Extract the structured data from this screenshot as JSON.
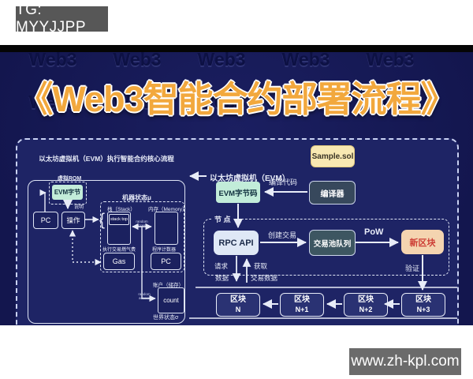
{
  "header": {
    "tg_badge": "TG: MYYJJPP"
  },
  "watermark": {
    "text": "Web3"
  },
  "title": "《Web3智能合约部署流程》",
  "footer": {
    "site": "www.zh-kpl.com"
  },
  "colors": {
    "page_navy": "#13164e",
    "title_gold": "#f2a83d",
    "mint_box": "#c2ecd9",
    "cream_box": "#f8e8b2",
    "slate_box": "#37485c",
    "light_box": "#dfe8f6",
    "peach_box": "#f4d4b0",
    "new_block_text": "#cc3b33",
    "badge_gray": "#6b6b6b"
  },
  "evm_panel": {
    "heading": "以太坊虚拟机（EVM）执行智能合约核心流程",
    "rom_label": "虚拟ROM",
    "evm_bytes": "EVM字节",
    "pc": "PC",
    "op": "操作",
    "note": "说明",
    "brace": "{",
    "machine_state": "机器状态μ",
    "stack_label": "栈（Stack）",
    "stack_top": "stack top",
    "memory_label": "内存（Memory）",
    "random_access_1": "random access",
    "random_access_2": "random access",
    "gas_label": "执行交易燃气费",
    "gas": "Gas",
    "counter_label": "程序计数器",
    "counter_pc": "PC",
    "account_label": "账户（储存）",
    "count": "count",
    "world_state": "世界状态σ"
  },
  "flow": {
    "evm_arrow_label": "以太坊虚拟机（EVM）",
    "sample": "Sample.sol",
    "compile_code": "编译代码",
    "compiler": "编译器",
    "evm_bytecode": "EVM字节码",
    "node_label": "节 点",
    "rpc": "RPC API",
    "create_tx": "创建交易",
    "tx_pool": "交易池队列",
    "pow": "PoW",
    "new_block": "新区块",
    "verify": "验证",
    "request": "请求",
    "request2": "数据",
    "fetch": "获取",
    "fetch2": "交易数据",
    "blocks": [
      {
        "l1": "区块",
        "l2": "N"
      },
      {
        "l1": "区块",
        "l2": "N+1"
      },
      {
        "l1": "区块",
        "l2": "N+2"
      },
      {
        "l1": "区块",
        "l2": "N+3"
      }
    ]
  }
}
